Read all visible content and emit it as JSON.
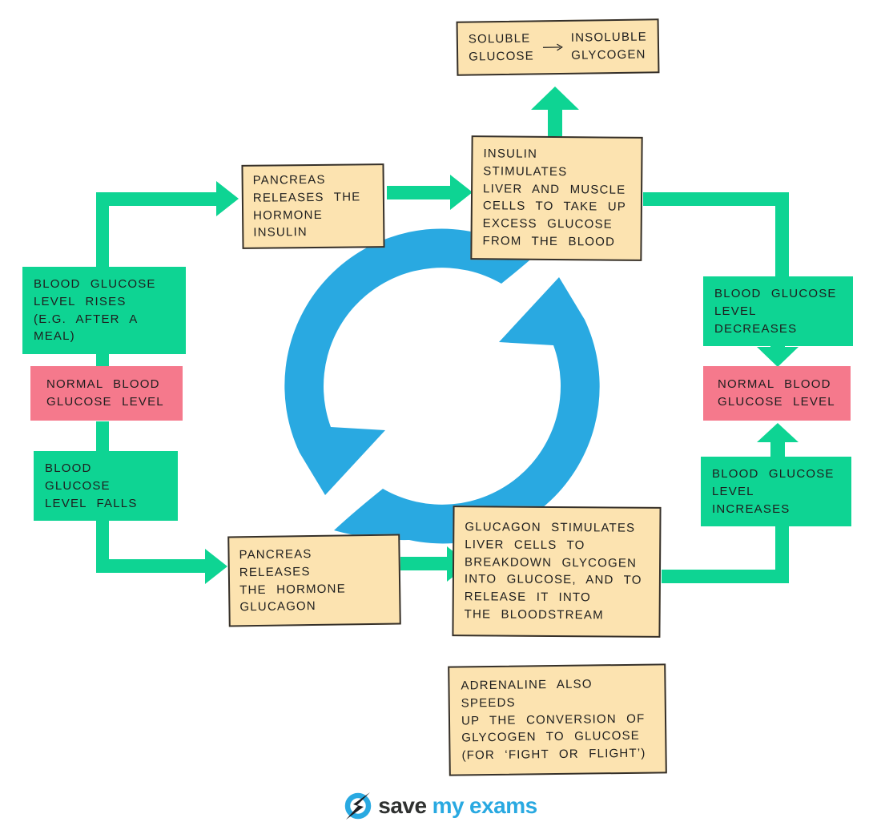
{
  "palette": {
    "arrow_green": "#0ed493",
    "box_green": "#0ed493",
    "box_pink": "#f5798c",
    "box_tan": "#fce3b0",
    "cycle_blue": "#29a9e1",
    "ink": "#1e1e1e"
  },
  "boxes": {
    "soluble_glucose": {
      "left": "SOLUBLE\nGLUCOSE",
      "right": "INSOLUBLE\nGLYCOGEN"
    },
    "pancreas_insulin": "PANCREAS\nRELEASES THE\nHORMONE INSULIN",
    "insulin_stimulates": "INSULIN STIMULATES\nLIVER AND MUSCLE\nCELLS TO TAKE UP\nEXCESS GLUCOSE\nFROM THE BLOOD",
    "blood_glucose_rises": "BLOOD GLUCOSE\nLEVEL RISES\n(E.G. AFTER A MEAL)",
    "normal_left": "NORMAL BLOOD\nGLUCOSE LEVEL",
    "blood_glucose_falls": "BLOOD GLUCOSE\nLEVEL FALLS",
    "blood_glucose_decreases": "BLOOD GLUCOSE\nLEVEL DECREASES",
    "normal_right": "NORMAL BLOOD\nGLUCOSE LEVEL",
    "blood_glucose_increases": "BLOOD GLUCOSE\nLEVEL INCREASES",
    "pancreas_glucagon": "PANCREAS RELEASES\nTHE HORMONE\nGLUCAGON",
    "glucagon_stimulates": "GLUCAGON STIMULATES\nLIVER CELLS TO\nBREAKDOWN GLYCOGEN\nINTO GLUCOSE, AND TO\nRELEASE IT INTO\nTHE BLOODSTREAM",
    "adrenaline": "ADRENALINE ALSO SPEEDS\nUP THE CONVERSION OF\nGLYCOGEN TO GLUCOSE\n(FOR ‘FIGHT OR FLIGHT’)"
  },
  "icons": {
    "center": "cycle-arrows-icon",
    "logo": "lightning-bolt-circle-icon",
    "conversion": "right-arrow-icon"
  },
  "logo": {
    "save": "save",
    "my": "my",
    "exams": "exams"
  }
}
